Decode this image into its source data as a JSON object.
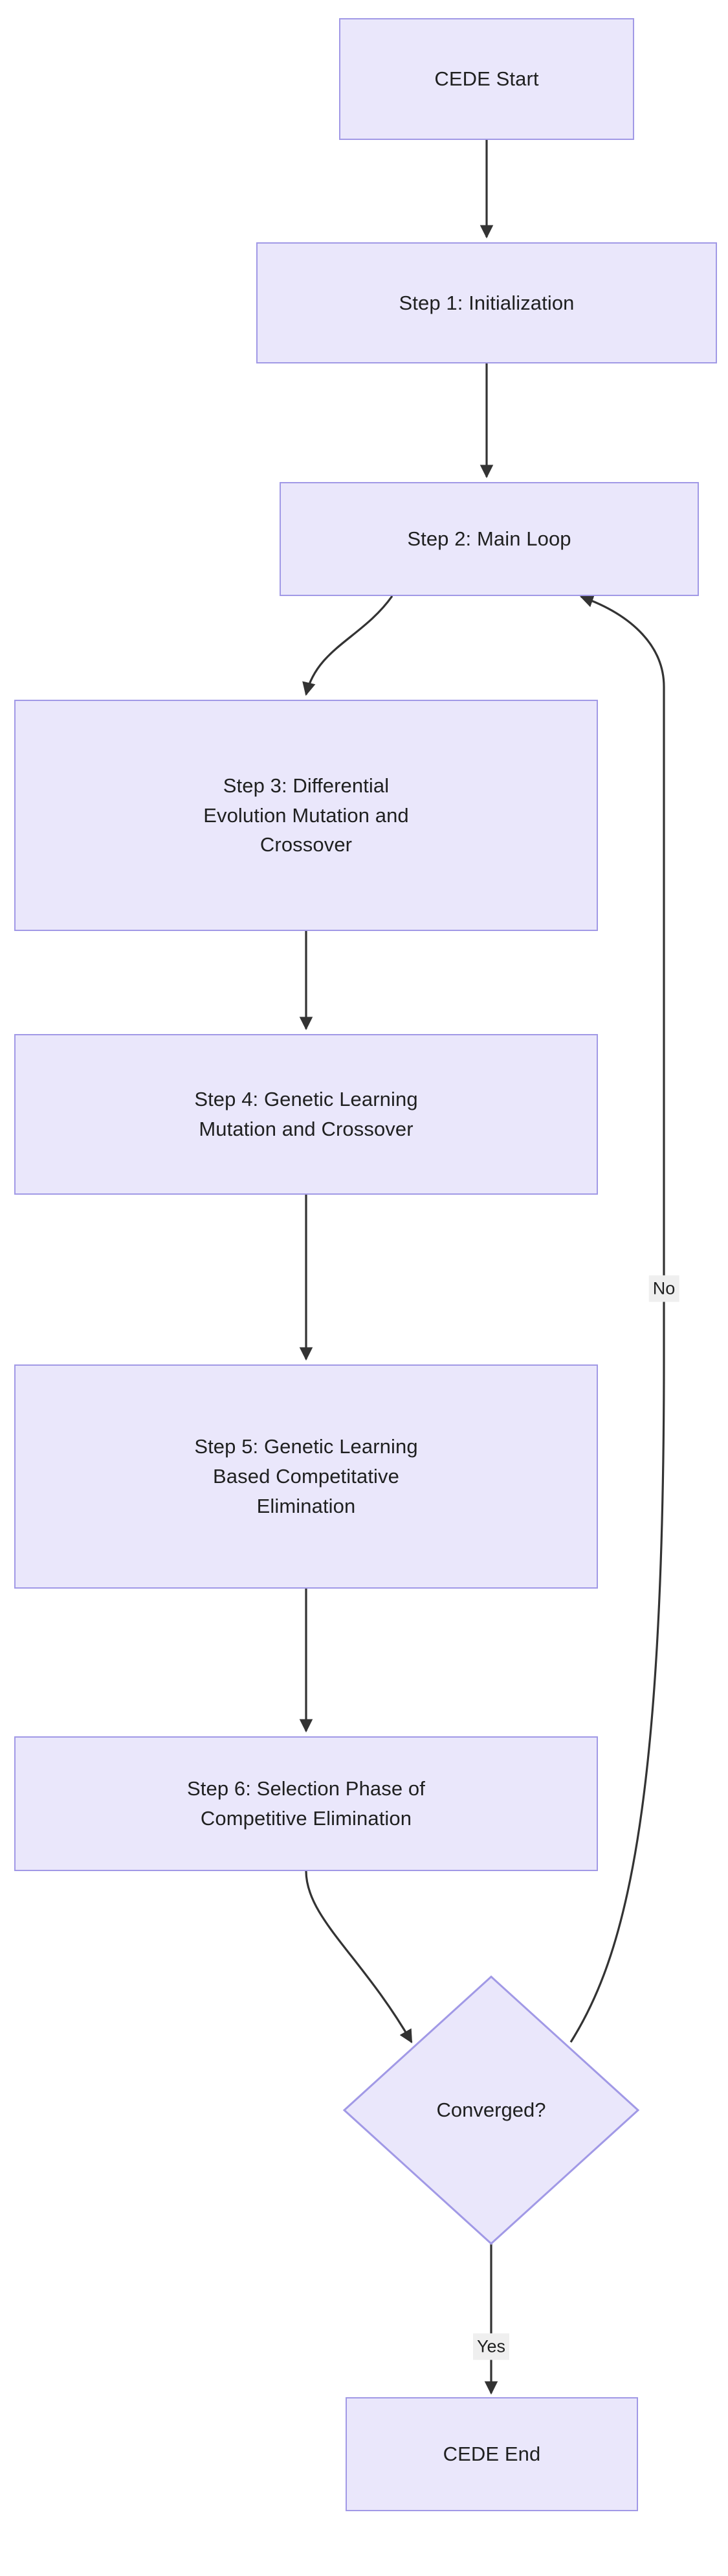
{
  "diagram": {
    "type": "flowchart",
    "direction": "top-to-bottom",
    "theme": {
      "node_fill": "#eae7fb",
      "node_border": "#a199e6",
      "node_text": "#1f2020",
      "edge_stroke": "#333333",
      "edge_label_background": "#efefef",
      "canvas_background": "#ffffff"
    },
    "nodes": [
      {
        "id": "start",
        "shape": "rect",
        "label": "CEDE Start"
      },
      {
        "id": "step1",
        "shape": "rect",
        "label": "Step 1: Initialization"
      },
      {
        "id": "step2",
        "shape": "rect",
        "label": "Step 2: Main Loop"
      },
      {
        "id": "step3",
        "shape": "rect",
        "label": "Step 3: Differential\nEvolution Mutation and\nCrossover"
      },
      {
        "id": "step4",
        "shape": "rect",
        "label": "Step 4: Genetic Learning\nMutation and Crossover"
      },
      {
        "id": "step5",
        "shape": "rect",
        "label": "Step 5: Genetic Learning\nBased Competitative\nElimination"
      },
      {
        "id": "step6",
        "shape": "rect",
        "label": "Step 6: Selection Phase of\nCompetitive Elimination"
      },
      {
        "id": "decide",
        "shape": "diamond",
        "label": "Converged?"
      },
      {
        "id": "end",
        "shape": "rect",
        "label": "CEDE End"
      }
    ],
    "edges": [
      {
        "from": "start",
        "to": "step1",
        "label": ""
      },
      {
        "from": "step1",
        "to": "step2",
        "label": ""
      },
      {
        "from": "step2",
        "to": "step3",
        "label": ""
      },
      {
        "from": "step3",
        "to": "step4",
        "label": ""
      },
      {
        "from": "step4",
        "to": "step5",
        "label": ""
      },
      {
        "from": "step5",
        "to": "step6",
        "label": ""
      },
      {
        "from": "step6",
        "to": "decide",
        "label": ""
      },
      {
        "from": "decide",
        "to": "step2",
        "label": "No"
      },
      {
        "from": "decide",
        "to": "end",
        "label": "Yes"
      }
    ],
    "edge_labels": {
      "no": "No",
      "yes": "Yes"
    }
  }
}
